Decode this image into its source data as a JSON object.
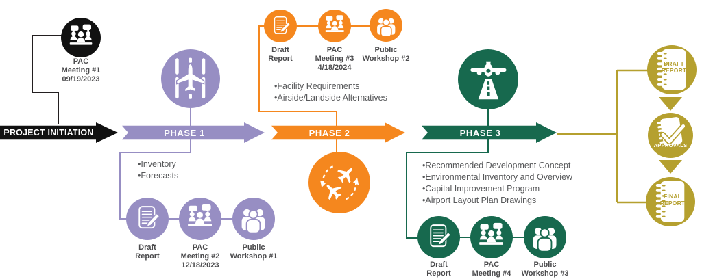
{
  "colors": {
    "black": "#111111",
    "purple": "#978EC3",
    "orange": "#F5871E",
    "green": "#17694E",
    "gold": "#B5A02F",
    "bullet_text": "#57585A",
    "label_text": "#4B4B4D",
    "arrow_text": "#FFFFFF"
  },
  "project_initiation": {
    "arrow_label": "PROJECT INITIATION"
  },
  "pac_meeting_1": {
    "icon": "meeting-icon",
    "lines": [
      "PAC",
      "Meeting #1",
      "09/19/2023"
    ]
  },
  "phase1": {
    "arrow_label": "PHASE 1",
    "phase_icon": "airplane-runway-top-view-icon",
    "bullets": [
      "•Inventory",
      "•Forecasts"
    ],
    "milestones": [
      {
        "icon": "draft-report-scroll-icon",
        "lines": [
          "Draft",
          "Report"
        ]
      },
      {
        "icon": "meeting-icon",
        "lines": [
          "PAC",
          "Meeting #2",
          "12/18/2023"
        ]
      },
      {
        "icon": "public-group-icon",
        "lines": [
          "Public",
          "Workshop #1"
        ]
      }
    ]
  },
  "phase2": {
    "arrow_label": "PHASE 2",
    "phase_icon": "airplane-alternatives-cycle-icon",
    "bullets": [
      "•Facility Requirements",
      "•Airside/Landside Alternatives"
    ],
    "milestones": [
      {
        "icon": "draft-report-scroll-icon",
        "lines": [
          "Draft",
          "Report"
        ]
      },
      {
        "icon": "meeting-icon",
        "lines": [
          "PAC",
          "Meeting #3",
          "4/18/2024"
        ]
      },
      {
        "icon": "public-group-icon",
        "lines": [
          "Public",
          "Workshop #2"
        ]
      }
    ]
  },
  "phase3": {
    "arrow_label": "PHASE 3",
    "phase_icon": "airplane-landing-runway-icon",
    "bullets": [
      "•Recommended Development Concept",
      "•Environmental Inventory and Overview",
      "•Capital Improvement Program",
      "•Airport Layout Plan Drawings"
    ],
    "milestones": [
      {
        "icon": "draft-report-scroll-icon",
        "lines": [
          "Draft",
          "Report"
        ]
      },
      {
        "icon": "meeting-icon",
        "lines": [
          "PAC",
          "Meeting #4"
        ]
      },
      {
        "icon": "public-group-icon",
        "lines": [
          "Public",
          "Workshop #3"
        ]
      }
    ]
  },
  "final_deliverables": {
    "draft_report": {
      "icon": "spiral-notebook-icon",
      "lines": [
        "DRAFT",
        "REPORT"
      ]
    },
    "approvals": {
      "icon": "approved-checklist-icon",
      "label": "APPROVALS"
    },
    "final_report": {
      "icon": "spiral-notebook-icon",
      "lines": [
        "FINAL",
        "REPORT"
      ]
    }
  }
}
